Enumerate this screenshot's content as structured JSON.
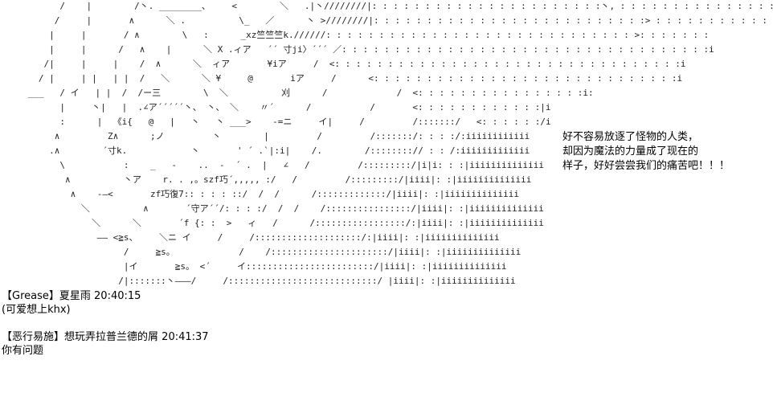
{
  "art": {
    "lines": [
      "       /    |        /丶. ________、    <        ＼   .|丶////////|: : : : : : : : : : : : : : : : : : : : : :丶, : : : : : : : : : : : : : : :、",
      "      /     |       ∧      ＼ .          \\_   ／      丶 >////////|: : : : : : : : : : : : : : : : : : : : : : : : : :> : : : : : : : : : : : :.",
      "     |     |       / ∧        \\   :      _xz竺竺竺k.//////: : : : : : : : : : : : : : : : : : : : : : : : : : : : : >: : : : : : :",
      "     |     |      /   ∧    |      ＼ X .ィア   ´´ 寸ji〉´´´ ／: : : : : : : : : : : : : : : : : : : : : : : : : : : : : : : : : : :i",
      "    /|     |     |    /  ∧      ＼  ィア       ¥iア     /  <: : : : : : : : : : : : : : : : : : : : : : : : : : : : : : : : :i",
      "   / |     | |   | |  /   ＼      ＼ ¥     @       iア     /      <: : : : : : : : : : : : : : : : : : : : : : : : : : : : :i",
      " ___   / イ   | |  /  /ー三        \\  ＼          刈      /             /  <: : : : : : : : : : : : : : : :i:",
      "       |     丶|   |  .∠ア´´´´´丶、 丶、 ＼    〃´      /           /       <: : : : : : : : : : : :|i",
      "       :      |  《i{   @   |   丶   丶 ___>    -=ニ     イ|     /         /:::::::/   <: : : : : :/i",
      "      ∧         Z∧      ;ノ         丶        |         /         /:::::::/: : : :/:iiiiiiiiiiii",
      "     .∧        ´寸k.            丶       ' ´ .`|:i|    /.        /::::::::// : : /:iiiiiiiiiiiii",
      "       \\           :    _   -    ..  -  ´ .  |   ∠   /         /:::::::::/|i|i: : :|iiiiiiiiiiiiii",
      "        ∧          丶ア    r. . ,。szf巧´,,,,, :/   /         /:::::::::/|iiii|: :|iiiiiiiiiiiiii",
      "         ∧    ‐―<       zf巧復7:: : : : ::/  /  /      /:::::::::::::/|iiii|: :|iiiiiiiiiiiiii",
      "           ＼          ∧       ´守ア´´/: : : :/  /  /    /::::::::::::::::/|iiii|: :|iiiiiiiiiiiiii",
      "             ＼      ＼       ´f {: :  >   ィ   /      /:::::::::::::::::/:|iiii|: :|iiiiiiiiiiiiii",
      "              ―― <≧s、    ＼ニ イ     /     /::::::::::::::::::::/:|iiii|: :|iiiiiiiiiiiiii",
      "                   /     ≧s。            /    /::::::::::::::::::::::/|iiii|: :|iiiiiiiiiiiiii",
      "                   |イ       ≧s。 <´     イ::::::::::::::::::::::::/|iiii|: :|iiiiiiiiiiiiii",
      "                  /|:::::::丶―――/     /::::::::::::::::::::::::::::/ |iiii|: :|iiiiiiiiiiiiii"
    ]
  },
  "narration": {
    "lines": [
      "好不容易放逐了怪物的人类，",
      "却因为魔法的力量成了现在的",
      "样子，好好尝尝我们的痛苦吧！！！"
    ]
  },
  "chat": {
    "messages": [
      {
        "tag": "【Grease】",
        "user": "夏星雨",
        "time": "20:40:15",
        "text": "(可爱想上khx)"
      },
      {
        "tag": "【恶行易施】",
        "user": "想玩弄拉普兰德的屑",
        "time": "20:41:37",
        "text": "你有问题"
      }
    ]
  }
}
